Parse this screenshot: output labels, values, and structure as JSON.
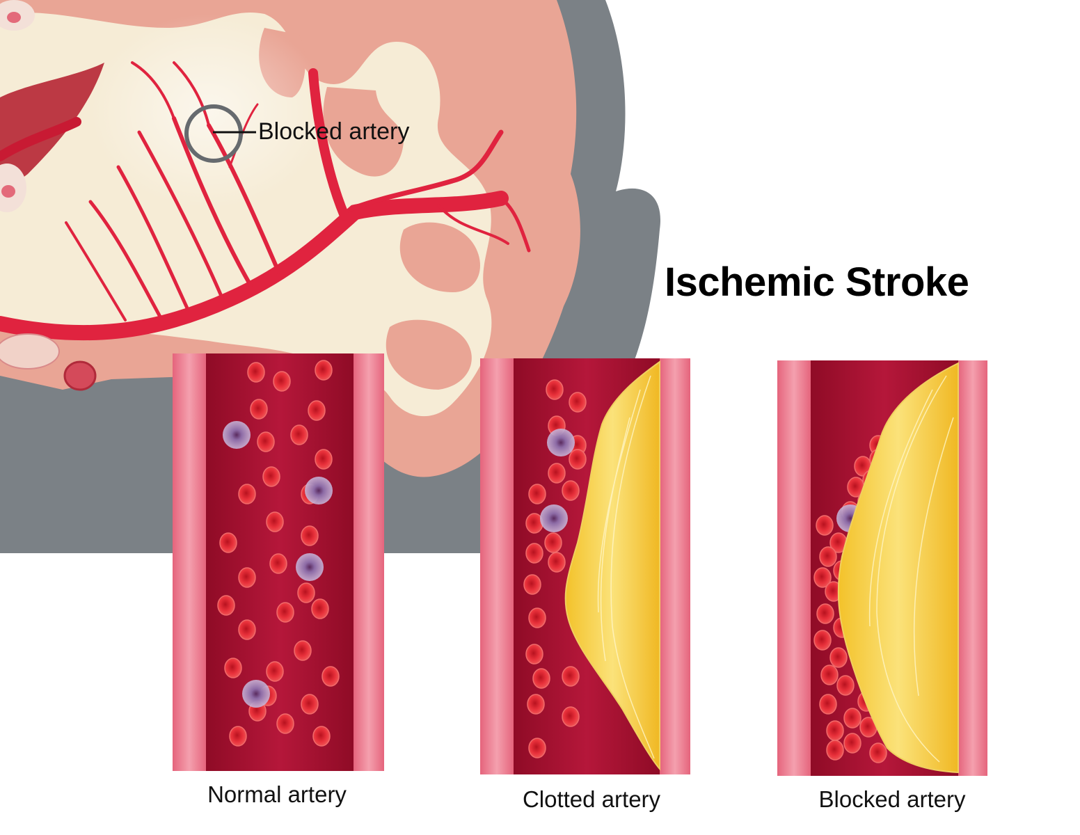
{
  "title": "Ischemic Stroke",
  "brain_callout": {
    "label": "Blocked artery"
  },
  "panels": [
    {
      "caption": "Normal artery"
    },
    {
      "caption": "Clotted artery"
    },
    {
      "caption": "Blocked artery"
    }
  ],
  "colors": {
    "background_shape": "#7b8186",
    "brain_white_matter": "#f6ecd6",
    "brain_gray_matter": "#e9a595",
    "artery_red": "#e0233f",
    "lumen": "#a8102e",
    "vessel_wall": "#ec7d92",
    "red_blood_cell": "#e62432",
    "white_blood_cell": "#8a7ab0",
    "plaque": "#f7cf3a"
  }
}
